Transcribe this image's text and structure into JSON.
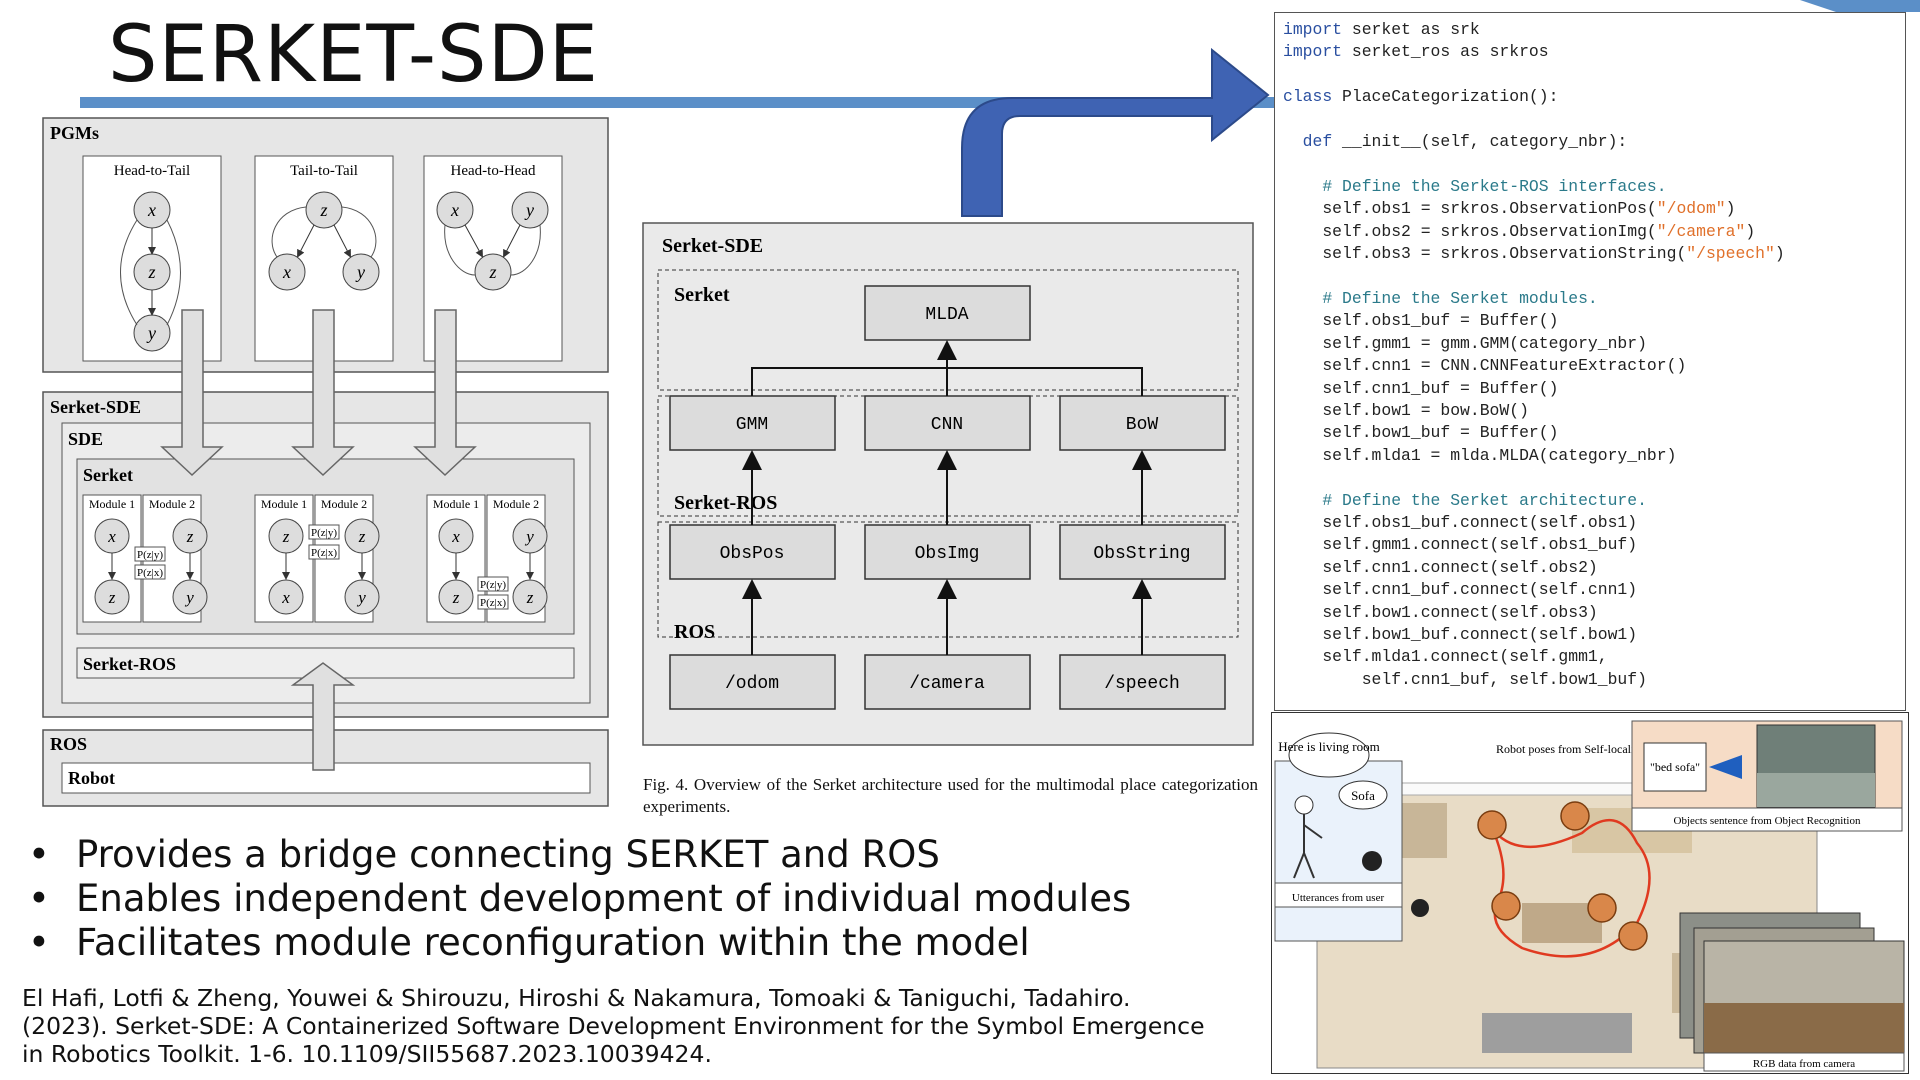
{
  "slide": {
    "title": "SERKET-SDE",
    "bullets": [
      "Provides a bridge connecting SERKET and ROS",
      "Enables independent development of individual modules",
      "Facilitates module reconfiguration within the model"
    ],
    "citation": "El Hafi, Lotfi & Zheng, Youwei & Shirouzu, Hiroshi & Nakamura, Tomoaki & Taniguchi, Tadahiro. (2023). Serket-SDE: A Containerized Software Development Environment for the Symbol Emergence in Robotics Toolkit. 1-6. 10.1109/SII55687.2023.10039424.",
    "accent_color": "#5b8fc8",
    "arrow_color": "#3f63b3"
  },
  "left_diagram": {
    "pgms_label": "PGMs",
    "head_to_tail": "Head-to-Tail",
    "tail_to_tail": "Tail-to-Tail",
    "head_to_head": "Head-to-Head",
    "node_x": "x",
    "node_y": "y",
    "node_z": "z",
    "serket_sde_label": "Serket-SDE",
    "sde_label": "SDE",
    "serket_label": "Serket",
    "module1": "Module 1",
    "module2": "Module 2",
    "p_zy": "P(z|y)",
    "p_zx": "P(z|x)",
    "serket_ros_label": "Serket-ROS",
    "ros_label": "ROS",
    "robot_label": "Robot"
  },
  "center_diagram": {
    "title": "Serket-SDE",
    "serket": "Serket",
    "serket_ros": "Serket-ROS",
    "ros": "ROS",
    "mlda": "MLDA",
    "gmm": "GMM",
    "cnn": "CNN",
    "bow": "BoW",
    "obspos": "ObsPos",
    "obsimg": "ObsImg",
    "obsstring": "ObsString",
    "odom": "/odom",
    "camera": "/camera",
    "speech": "/speech",
    "caption": "Fig. 4.   Overview of the Serket architecture used for the multimodal place categorization experiments."
  },
  "code": {
    "l01a": "import",
    "l01b": " serket as srk",
    "l02a": "import",
    "l02b": " serket_ros as srkros",
    "l04a": "class",
    "l04b": " PlaceCategorization():",
    "l06a": "  def",
    "l06b": " __init__(self, category_nbr):",
    "l08": "    # Define the Serket-ROS interfaces.",
    "l09a": "    self.obs1 = srkros.ObservationPos(",
    "l09b": "\"/odom\"",
    "l09c": ")",
    "l10a": "    self.obs2 = srkros.ObservationImg(",
    "l10b": "\"/camera\"",
    "l10c": ")",
    "l11a": "    self.obs3 = srkros.ObservationString(",
    "l11b": "\"/speech\"",
    "l11c": ")",
    "l13": "    # Define the Serket modules.",
    "l14": "    self.obs1_buf = Buffer()",
    "l15": "    self.gmm1 = gmm.GMM(category_nbr)",
    "l16": "    self.cnn1 = CNN.CNNFeatureExtractor()",
    "l17": "    self.cnn1_buf = Buffer()",
    "l18": "    self.bow1 = bow.BoW()",
    "l19": "    self.bow1_buf = Buffer()",
    "l20": "    self.mlda1 = mlda.MLDA(category_nbr)",
    "l22": "    # Define the Serket architecture.",
    "l23": "    self.obs1_buf.connect(self.obs1)",
    "l24": "    self.gmm1.connect(self.obs1_buf)",
    "l25": "    self.cnn1.connect(self.obs2)",
    "l26": "    self.cnn1_buf.connect(self.cnn1)",
    "l27": "    self.bow1.connect(self.obs3)",
    "l28": "    self.bow1_buf.connect(self.bow1)",
    "l29": "    self.mlda1.connect(self.gmm1,",
    "l30": "        self.cnn1_buf, self.bow1_buf)"
  },
  "map_panel": {
    "bubble_here": "Here is living room",
    "bubble_sofa": "Sofa",
    "utterances": "Utterances from user",
    "robot_poses": "Robot poses from Self-localization",
    "bed_sofa": "\"bed sofa\"",
    "objects_sentence": "Objects sentence from Object Recognition",
    "rgb_data": "RGB data from camera"
  }
}
